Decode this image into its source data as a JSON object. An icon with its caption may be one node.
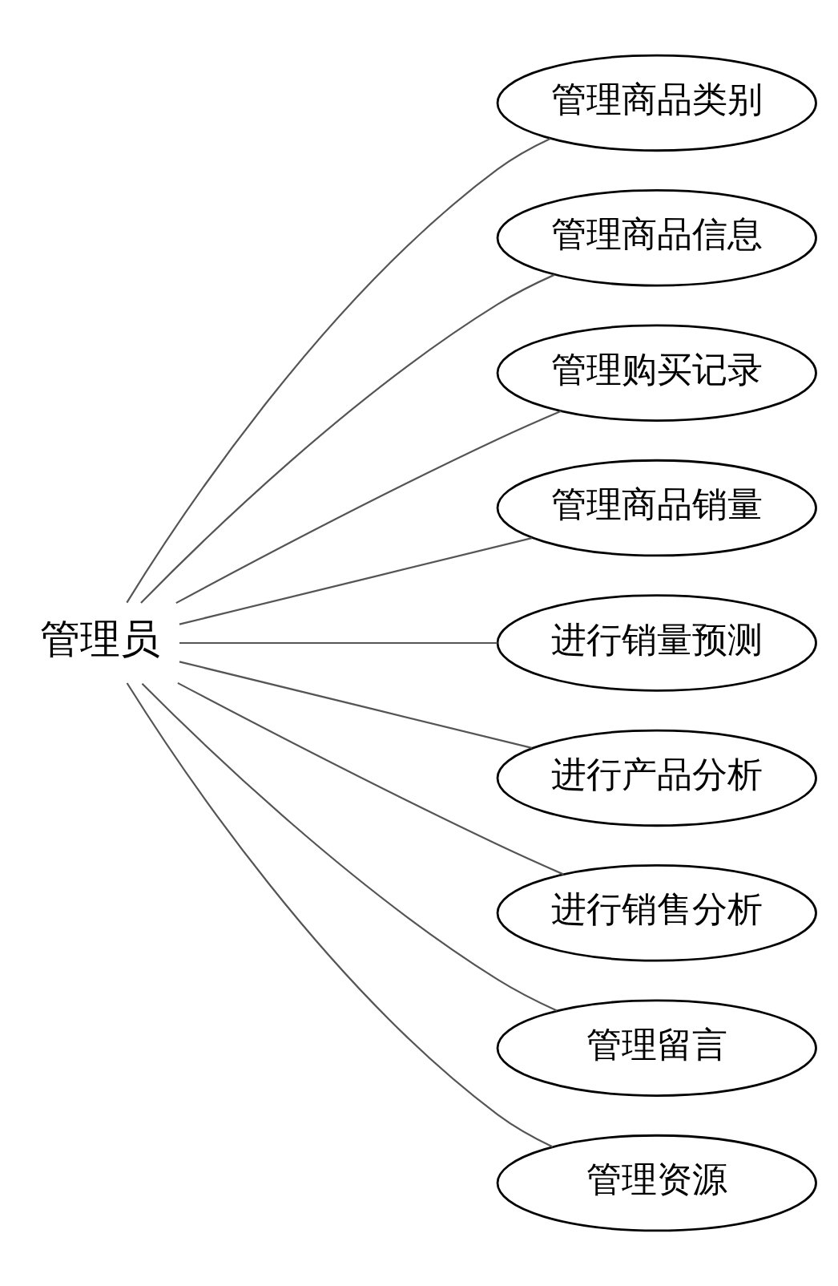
{
  "diagram": {
    "nodes": [
      {
        "text": [
          "管理员"
        ]
      },
      {
        "text": [
          "管理商品类别"
        ]
      },
      {
        "text": [
          "管理商品信息"
        ]
      },
      {
        "text": [
          "管理购买记录"
        ]
      },
      {
        "text": [
          "管理商品销量"
        ]
      },
      {
        "text": [
          "进行销量预测"
        ]
      },
      {
        "text": [
          "进行产品分析"
        ]
      },
      {
        "text": [
          "进行销售分析"
        ]
      },
      {
        "text": [
          "管理留言"
        ]
      },
      {
        "text": [
          "管理资源"
        ]
      }
    ],
    "edges": [
      {
        "from": 0,
        "to": 1,
        "arrow": "none"
      },
      {
        "from": 0,
        "to": 2,
        "arrow": "none"
      },
      {
        "from": 0,
        "to": 3,
        "arrow": "none"
      },
      {
        "from": 0,
        "to": 4,
        "arrow": "none"
      },
      {
        "from": 0,
        "to": 5,
        "arrow": "none"
      },
      {
        "from": 0,
        "to": 6,
        "arrow": "none"
      },
      {
        "from": 0,
        "to": 7,
        "arrow": "none"
      },
      {
        "from": 0,
        "to": 8,
        "arrow": "none"
      },
      {
        "from": 0,
        "to": 9,
        "arrow": "none"
      }
    ]
  }
}
